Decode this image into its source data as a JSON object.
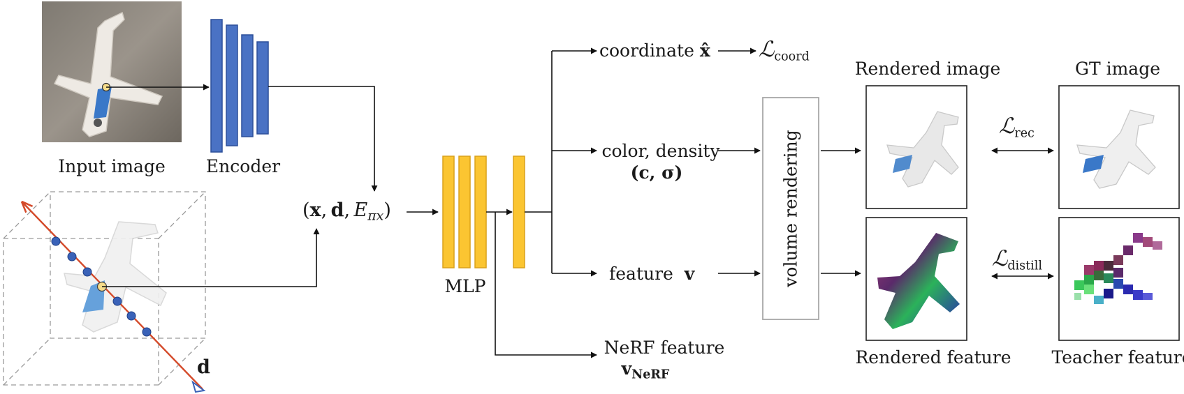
{
  "labels": {
    "input_image": "Input image",
    "encoder": "Encoder",
    "mlp": "MLP",
    "volume_rendering": "volume rendering",
    "rendered_image": "Rendered image",
    "gt_image": "GT image",
    "rendered_feature": "Rendered feature",
    "teacher_feature": "Teacher feature",
    "coordinate": "coordinate",
    "coordinate_symbol": "x̂",
    "color_density": "color, density",
    "color_density_symbols": "(c, σ)",
    "feature": "feature",
    "feature_symbol": "v",
    "nerf_feature": "NeRF feature",
    "nerf_feature_symbol": "v",
    "nerf_feature_sub": "NeRF",
    "input_tuple_open": "(",
    "input_x": "x",
    "input_d": "d",
    "input_E": "E",
    "input_E_sub": "πx",
    "input_tuple_close": ")",
    "ray_label": "d",
    "loss_coord_symbol": "ℒ",
    "loss_coord_sub": "coord",
    "loss_rec_symbol": "ℒ",
    "loss_rec_sub": "rec",
    "loss_distill_symbol": "ℒ",
    "loss_distill_sub": "distill"
  },
  "colors": {
    "encoder_fill": "#4a72c4",
    "encoder_stroke": "#2c4f9a",
    "mlp_fill": "#fbc531",
    "mlp_stroke": "#d9a11a",
    "ray": "#d44a2a",
    "ray_point": "#3a62b8",
    "query_point": "#f6dc8a",
    "box_dash": "#9a9a9a",
    "arrow": "#111111",
    "panel_border": "#222222",
    "vr_border": "#a8a8a8"
  }
}
